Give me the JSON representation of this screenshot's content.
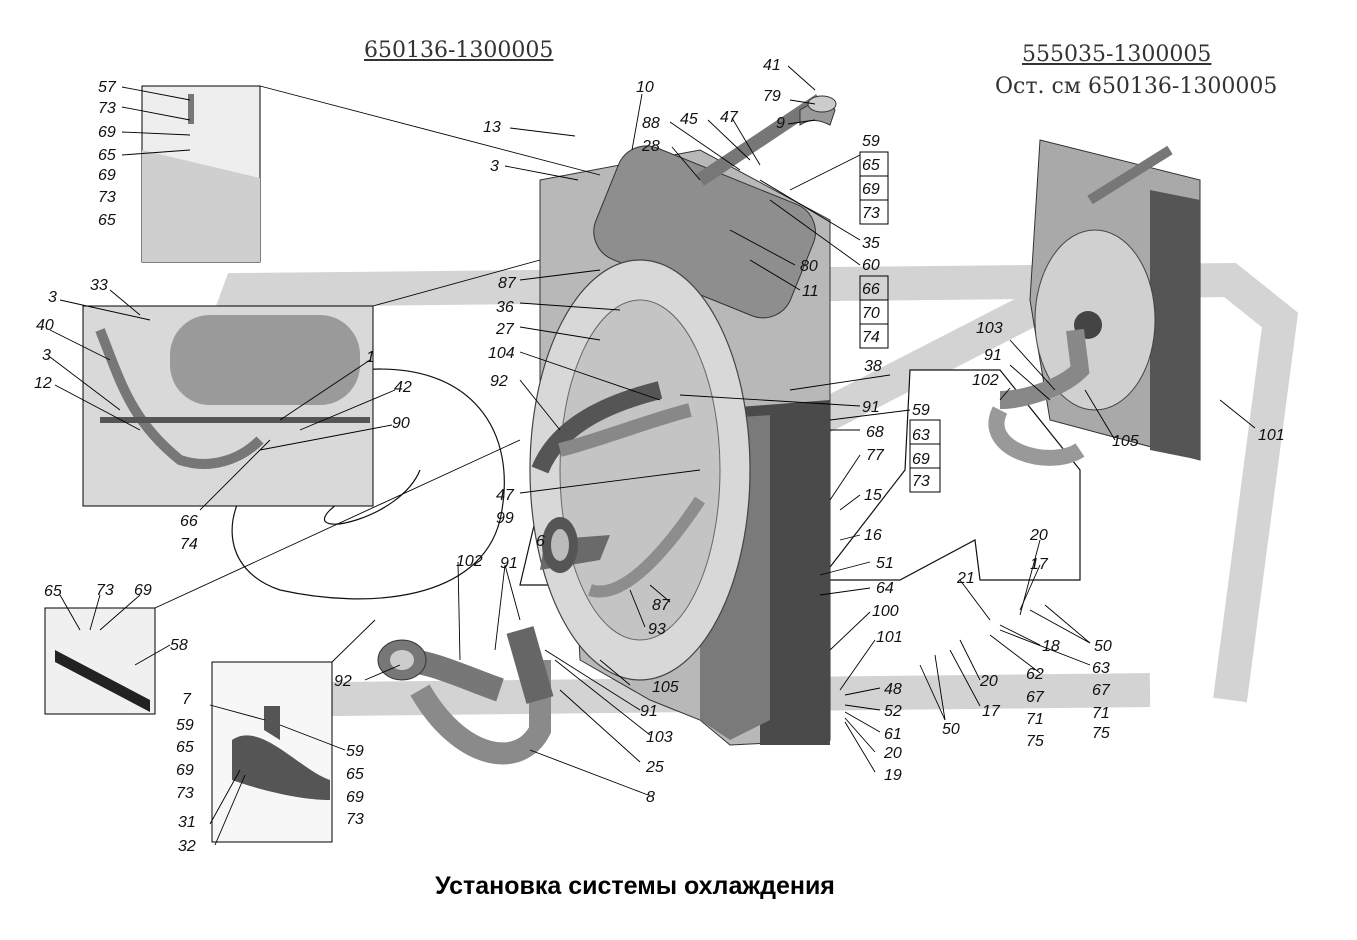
{
  "header": {
    "left_code": "650136-1300005",
    "right_code": "555035-1300005",
    "right_note": "Ост. см 650136-1300005"
  },
  "title": "Установка системы охлаждения",
  "callouts": [
    {
      "text": "57"
    },
    {
      "text": "73"
    },
    {
      "text": "69"
    },
    {
      "text": "65"
    },
    {
      "text": "69"
    },
    {
      "text": "73"
    },
    {
      "text": "65"
    },
    {
      "text": "10"
    },
    {
      "text": "13"
    },
    {
      "text": "88"
    },
    {
      "text": "45"
    },
    {
      "text": "47"
    },
    {
      "text": "28"
    },
    {
      "text": "3"
    },
    {
      "text": "41"
    },
    {
      "text": "79"
    },
    {
      "text": "9"
    },
    {
      "text": "59"
    },
    {
      "text": "65"
    },
    {
      "text": "69"
    },
    {
      "text": "73"
    },
    {
      "text": "35"
    },
    {
      "text": "60"
    },
    {
      "text": "66"
    },
    {
      "text": "70"
    },
    {
      "text": "74"
    },
    {
      "text": "80"
    },
    {
      "text": "11"
    },
    {
      "text": "3"
    },
    {
      "text": "33"
    },
    {
      "text": "40"
    },
    {
      "text": "3"
    },
    {
      "text": "12"
    },
    {
      "text": "1"
    },
    {
      "text": "42"
    },
    {
      "text": "90"
    },
    {
      "text": "66"
    },
    {
      "text": "74"
    },
    {
      "text": "87"
    },
    {
      "text": "36"
    },
    {
      "text": "27"
    },
    {
      "text": "104"
    },
    {
      "text": "92"
    },
    {
      "text": "38"
    },
    {
      "text": "91"
    },
    {
      "text": "59"
    },
    {
      "text": "63"
    },
    {
      "text": "69"
    },
    {
      "text": "73"
    },
    {
      "text": "68"
    },
    {
      "text": "77"
    },
    {
      "text": "47"
    },
    {
      "text": "99"
    },
    {
      "text": "6"
    },
    {
      "text": "15"
    },
    {
      "text": "16"
    },
    {
      "text": "51"
    },
    {
      "text": "64"
    },
    {
      "text": "102"
    },
    {
      "text": "91"
    },
    {
      "text": "87"
    },
    {
      "text": "93"
    },
    {
      "text": "65"
    },
    {
      "text": "73"
    },
    {
      "text": "69"
    },
    {
      "text": "58"
    },
    {
      "text": "92"
    },
    {
      "text": "105"
    },
    {
      "text": "91"
    },
    {
      "text": "103"
    },
    {
      "text": "25"
    },
    {
      "text": "8"
    },
    {
      "text": "7"
    },
    {
      "text": "59"
    },
    {
      "text": "65"
    },
    {
      "text": "69"
    },
    {
      "text": "73"
    },
    {
      "text": "59"
    },
    {
      "text": "65"
    },
    {
      "text": "69"
    },
    {
      "text": "73"
    },
    {
      "text": "31"
    },
    {
      "text": "32"
    },
    {
      "text": "100"
    },
    {
      "text": "101"
    },
    {
      "text": "48"
    },
    {
      "text": "52"
    },
    {
      "text": "61"
    },
    {
      "text": "20"
    },
    {
      "text": "19"
    },
    {
      "text": "50"
    },
    {
      "text": "17"
    },
    {
      "text": "20"
    },
    {
      "text": "21"
    },
    {
      "text": "20"
    },
    {
      "text": "17"
    },
    {
      "text": "18"
    },
    {
      "text": "50"
    },
    {
      "text": "62"
    },
    {
      "text": "63"
    },
    {
      "text": "67"
    },
    {
      "text": "67"
    },
    {
      "text": "71"
    },
    {
      "text": "71"
    },
    {
      "text": "75"
    },
    {
      "text": "75"
    },
    {
      "text": "103"
    },
    {
      "text": "91"
    },
    {
      "text": "102"
    },
    {
      "text": "105"
    },
    {
      "text": "101"
    }
  ],
  "colors": {
    "watermark": "#c9c9c9",
    "part_dark": "#6e6e6e",
    "part_mid": "#9a9a9a",
    "part_light": "#d4d4d4",
    "line": "#000000"
  }
}
